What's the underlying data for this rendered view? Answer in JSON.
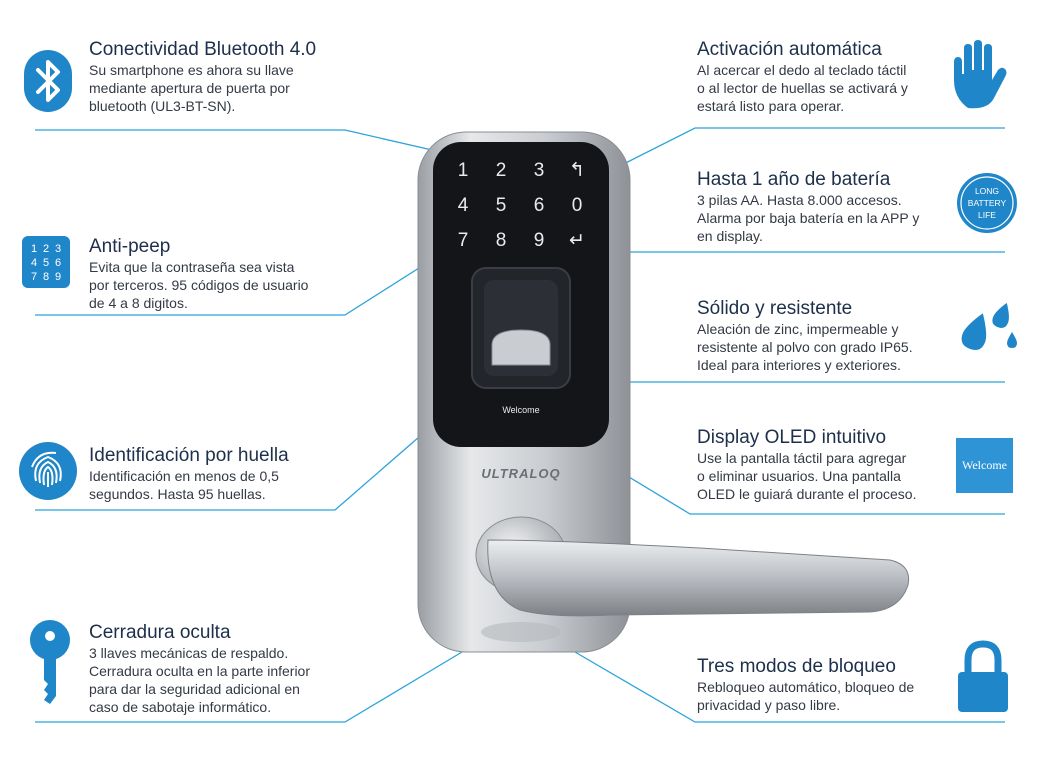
{
  "features": {
    "bluetooth": {
      "title": "Conectividad Bluetooth 4.0",
      "lines": [
        "Su smartphone es ahora su llave",
        "mediante apertura de puerta por",
        "bluetooth (UL3-BT-SN)."
      ]
    },
    "antipeep": {
      "title": "Anti-peep",
      "lines": [
        "Evita que la contraseña sea vista",
        "por terceros. 95 códigos de usuario",
        "de 4 a 8 digitos."
      ]
    },
    "fingerprint": {
      "title": "Identificación por huella",
      "lines": [
        "Identificación en menos de 0,5",
        "segundos. Hasta 95 huellas."
      ]
    },
    "hiddenlock": {
      "title": "Cerradura oculta",
      "lines": [
        "3 llaves mecánicas de respaldo.",
        "Cerradura oculta en la parte inferior",
        "para dar la seguridad adicional en",
        "caso de sabotaje informático."
      ]
    },
    "autoactivation": {
      "title": "Activación automática",
      "lines": [
        "Al acercar el dedo al teclado táctil",
        "o al lector de huellas se activará y",
        "estará listo para operar."
      ]
    },
    "battery": {
      "title": "Hasta 1 año de batería",
      "lines": [
        "3 pilas AA. Hasta 8.000 accesos.",
        "Alarma por baja batería en la APP y",
        "en display."
      ]
    },
    "solid": {
      "title": "Sólido y resistente",
      "lines": [
        "Aleación de zinc, impermeable y",
        "resistente al polvo con grado IP65.",
        "Ideal para interiores y exteriores."
      ]
    },
    "oled": {
      "title": "Display OLED intuitivo",
      "lines": [
        "Use la pantalla táctil para agregar",
        "o eliminar usuarios. Una pantalla",
        "OLED le guiará durante el proceso."
      ]
    },
    "lockmodes": {
      "title": "Tres modos de bloqueo",
      "lines": [
        "Rebloqueo automático, bloqueo de",
        "privacidad y paso libre."
      ]
    }
  },
  "icons": {
    "keypad_digits": [
      "1",
      "2",
      "3",
      "4",
      "5",
      "6",
      "7",
      "8",
      "9"
    ],
    "battery_badge": [
      "LONG",
      "BATTERY",
      "LIFE"
    ],
    "oled_badge": "Welcome"
  },
  "device": {
    "keys": [
      "1",
      "2",
      "3",
      "↰",
      "4",
      "5",
      "6",
      "0",
      "7",
      "8",
      "9",
      "↵"
    ],
    "screen_text": "Welcome",
    "brand": "ULTRALOQ"
  },
  "colors": {
    "accent": "#2aa3dc",
    "icon_blue": "#1f86c9",
    "title": "#1d2f4a",
    "text": "#333a44"
  }
}
